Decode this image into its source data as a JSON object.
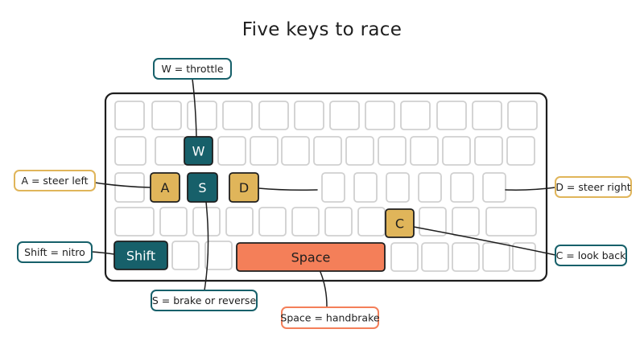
{
  "title": "Five keys to race",
  "colors": {
    "teal": "#17606a",
    "amber": "#e0b55a",
    "coral": "#f47f59",
    "ink": "#1e1e1e",
    "blank_key": "#d0d0d0"
  },
  "keys": {
    "w": {
      "label": "W",
      "color": "teal"
    },
    "a": {
      "label": "A",
      "color": "amber"
    },
    "s": {
      "label": "S",
      "color": "teal"
    },
    "d": {
      "label": "D",
      "color": "amber"
    },
    "c": {
      "label": "C",
      "color": "amber"
    },
    "shift": {
      "label": "Shift",
      "color": "teal"
    },
    "space": {
      "label": "Space",
      "color": "coral"
    }
  },
  "callouts": {
    "w": {
      "text": "W = throttle",
      "color": "teal"
    },
    "a": {
      "text": "A = steer left",
      "color": "amber"
    },
    "s": {
      "text": "S = brake or reverse",
      "color": "teal"
    },
    "d": {
      "text": "D = steer right",
      "color": "amber"
    },
    "c": {
      "text": "C = look back",
      "color": "teal"
    },
    "shift": {
      "text": "Shift = nitro",
      "color": "teal"
    },
    "space": {
      "text": "Space = handbrake",
      "color": "coral"
    }
  }
}
